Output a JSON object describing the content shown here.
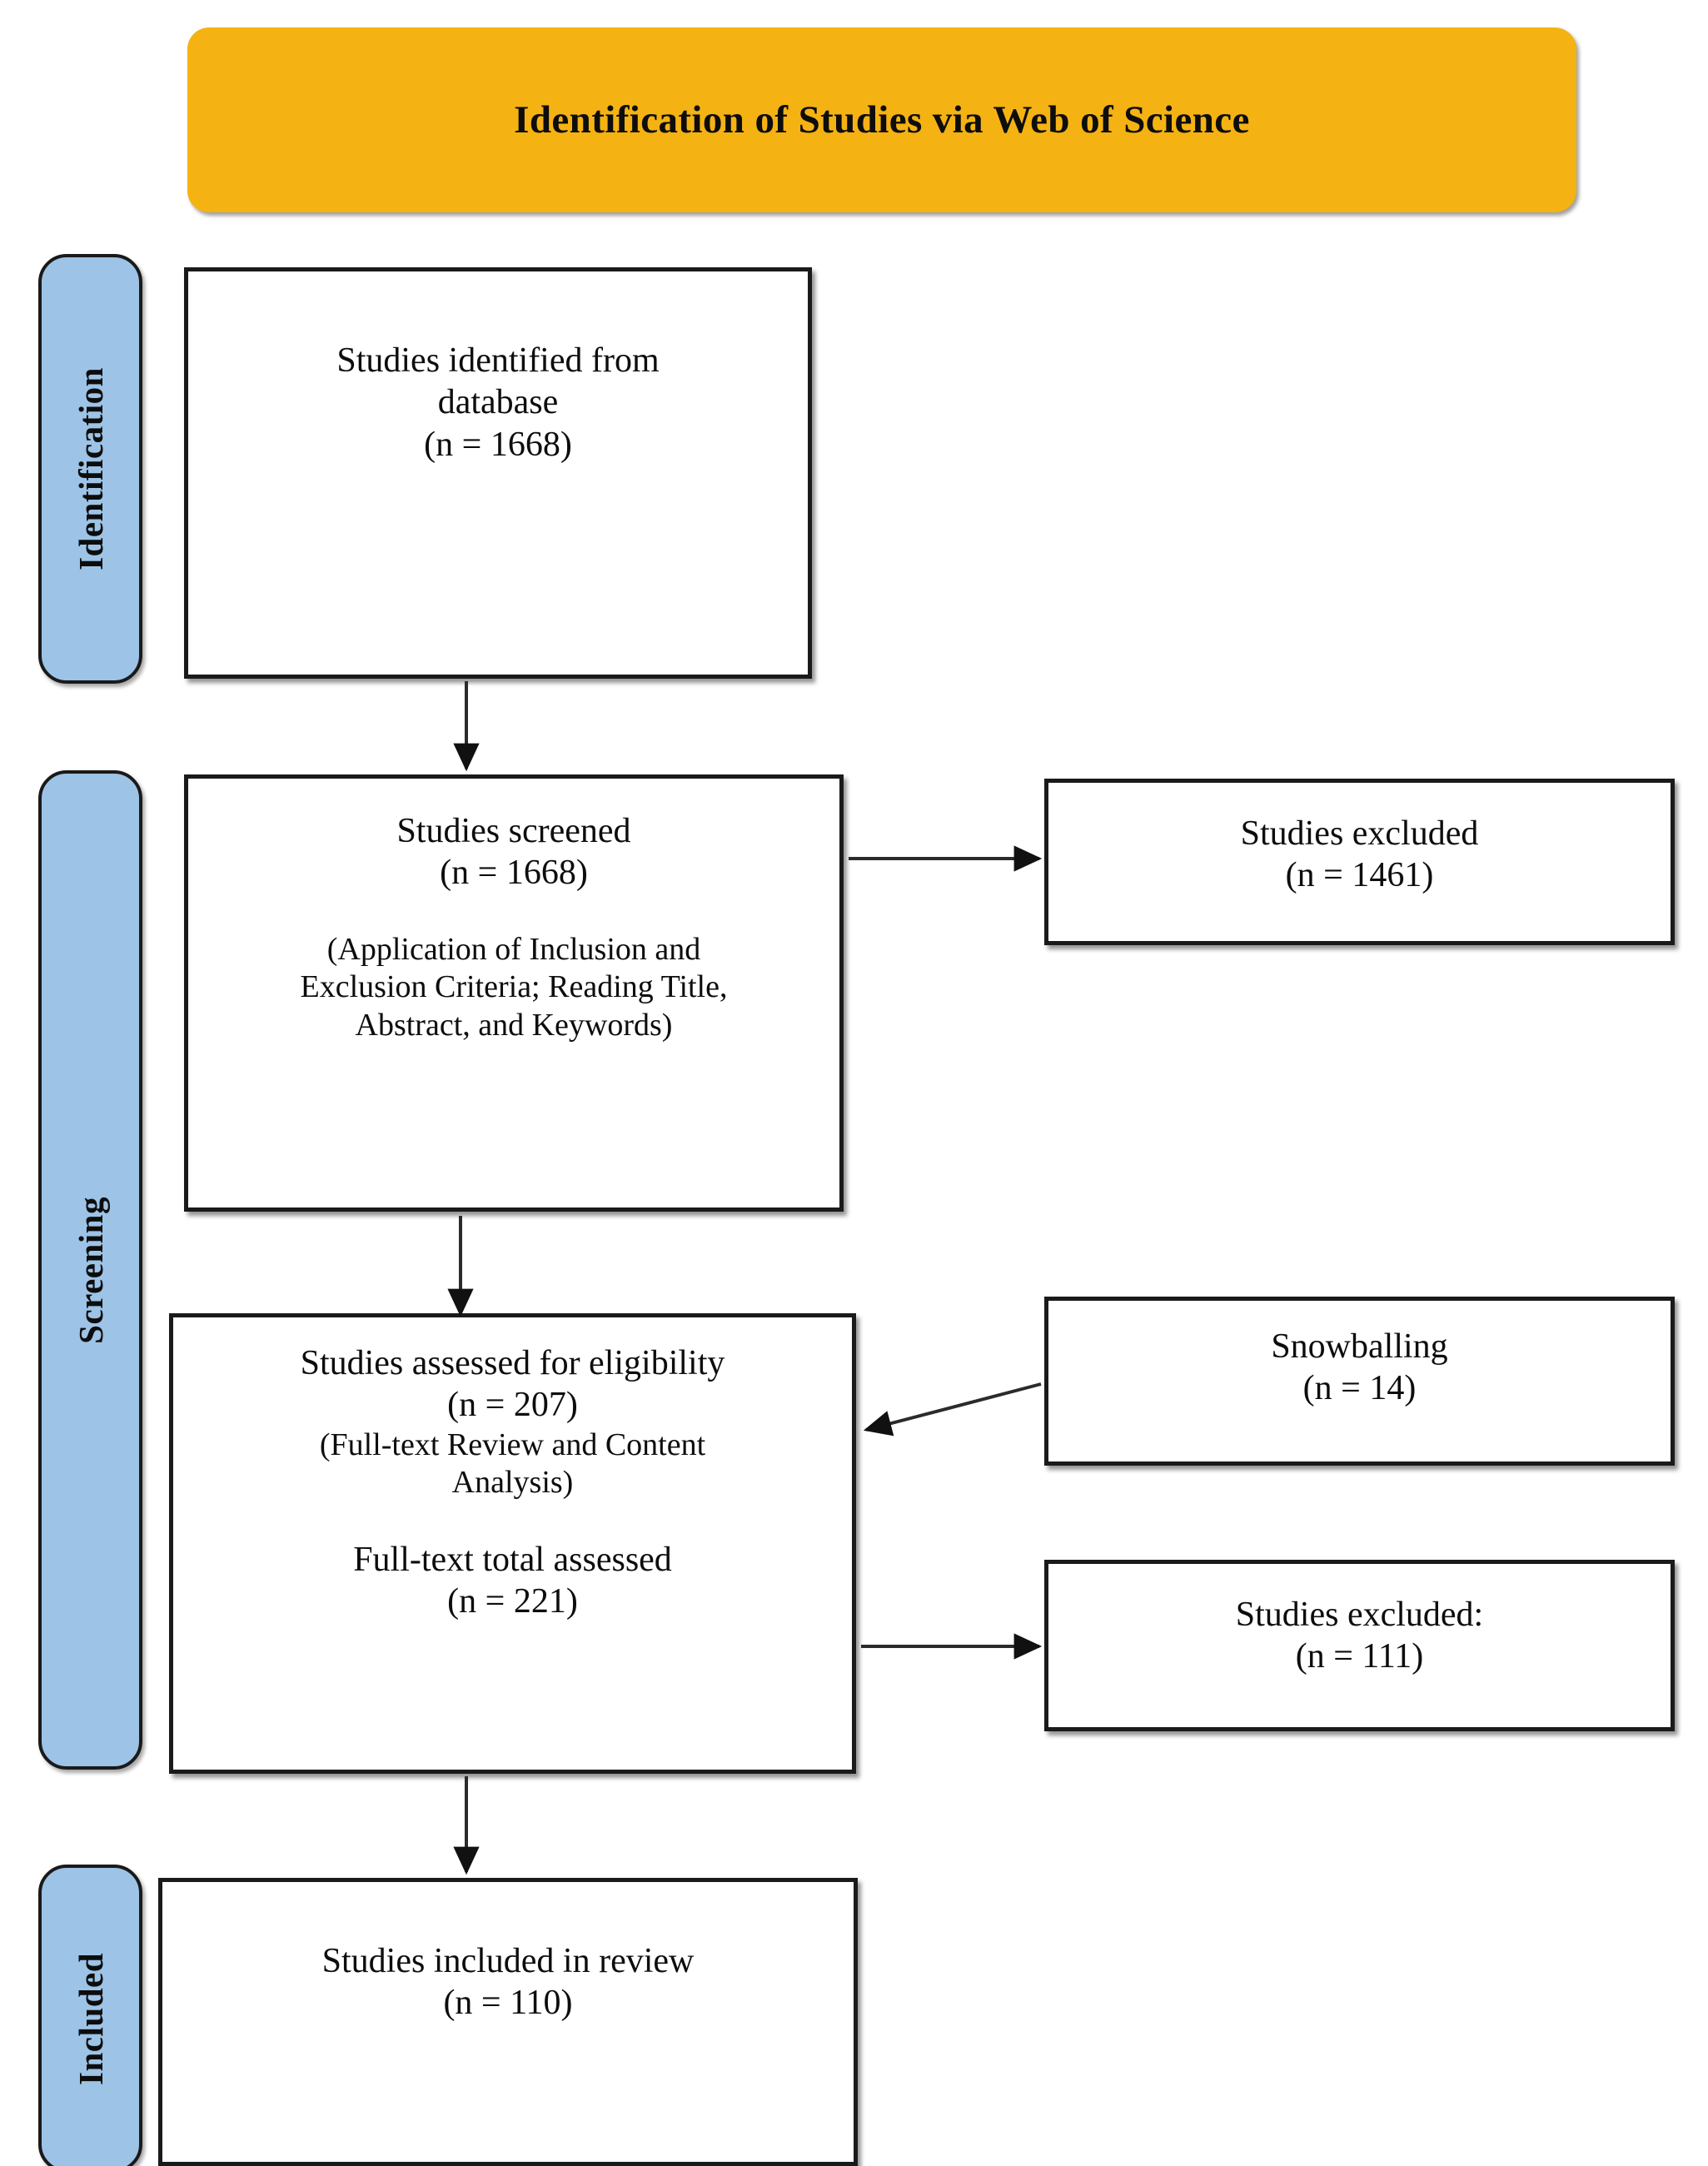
{
  "banner": {
    "title": "Identification of Studies via Web of Science",
    "color": "#F5B213"
  },
  "stages": {
    "identification": "Identification",
    "screening": "Screening",
    "included": "Included",
    "color": "#9DC3E6"
  },
  "boxes": {
    "identified": {
      "line1": "Studies identified from",
      "line2": "database",
      "line3": "(n = 1668)",
      "n": 1668
    },
    "screened": {
      "line1": "Studies screened",
      "line2": "(n = 1668)",
      "note1": "(Application of Inclusion and",
      "note2": "Exclusion Criteria; Reading Title,",
      "note3": "Abstract, and Keywords)",
      "n": 1668
    },
    "eligibility": {
      "line1": "Studies assessed for eligibility",
      "line2": "(n = 207)",
      "note1": "(Full-text Review and Content",
      "note2": "Analysis)",
      "line3": "Full-text total assessed",
      "line4": "(n = 221)",
      "n_assessed": 207,
      "n_fulltext": 221
    },
    "included": {
      "line1": "Studies included in review",
      "line2": "(n = 110)",
      "n": 110
    },
    "excluded_1": {
      "line1": "Studies excluded",
      "line2": "(n = 1461)",
      "n": 1461
    },
    "snowballing": {
      "line1": "Snowballing",
      "line2": "(n = 14)",
      "n": 14
    },
    "excluded_2": {
      "line1": "Studies excluded:",
      "line2": "(n = 111)",
      "n": 111
    }
  },
  "connectors": [
    {
      "name": "identified-to-screened",
      "direction": "down"
    },
    {
      "name": "screened-to-excluded-1",
      "direction": "right"
    },
    {
      "name": "screened-to-eligibility",
      "direction": "down"
    },
    {
      "name": "snowballing-to-eligibility",
      "direction": "left-diagonal"
    },
    {
      "name": "eligibility-to-excluded-2",
      "direction": "right"
    },
    {
      "name": "eligibility-to-included",
      "direction": "down"
    }
  ]
}
